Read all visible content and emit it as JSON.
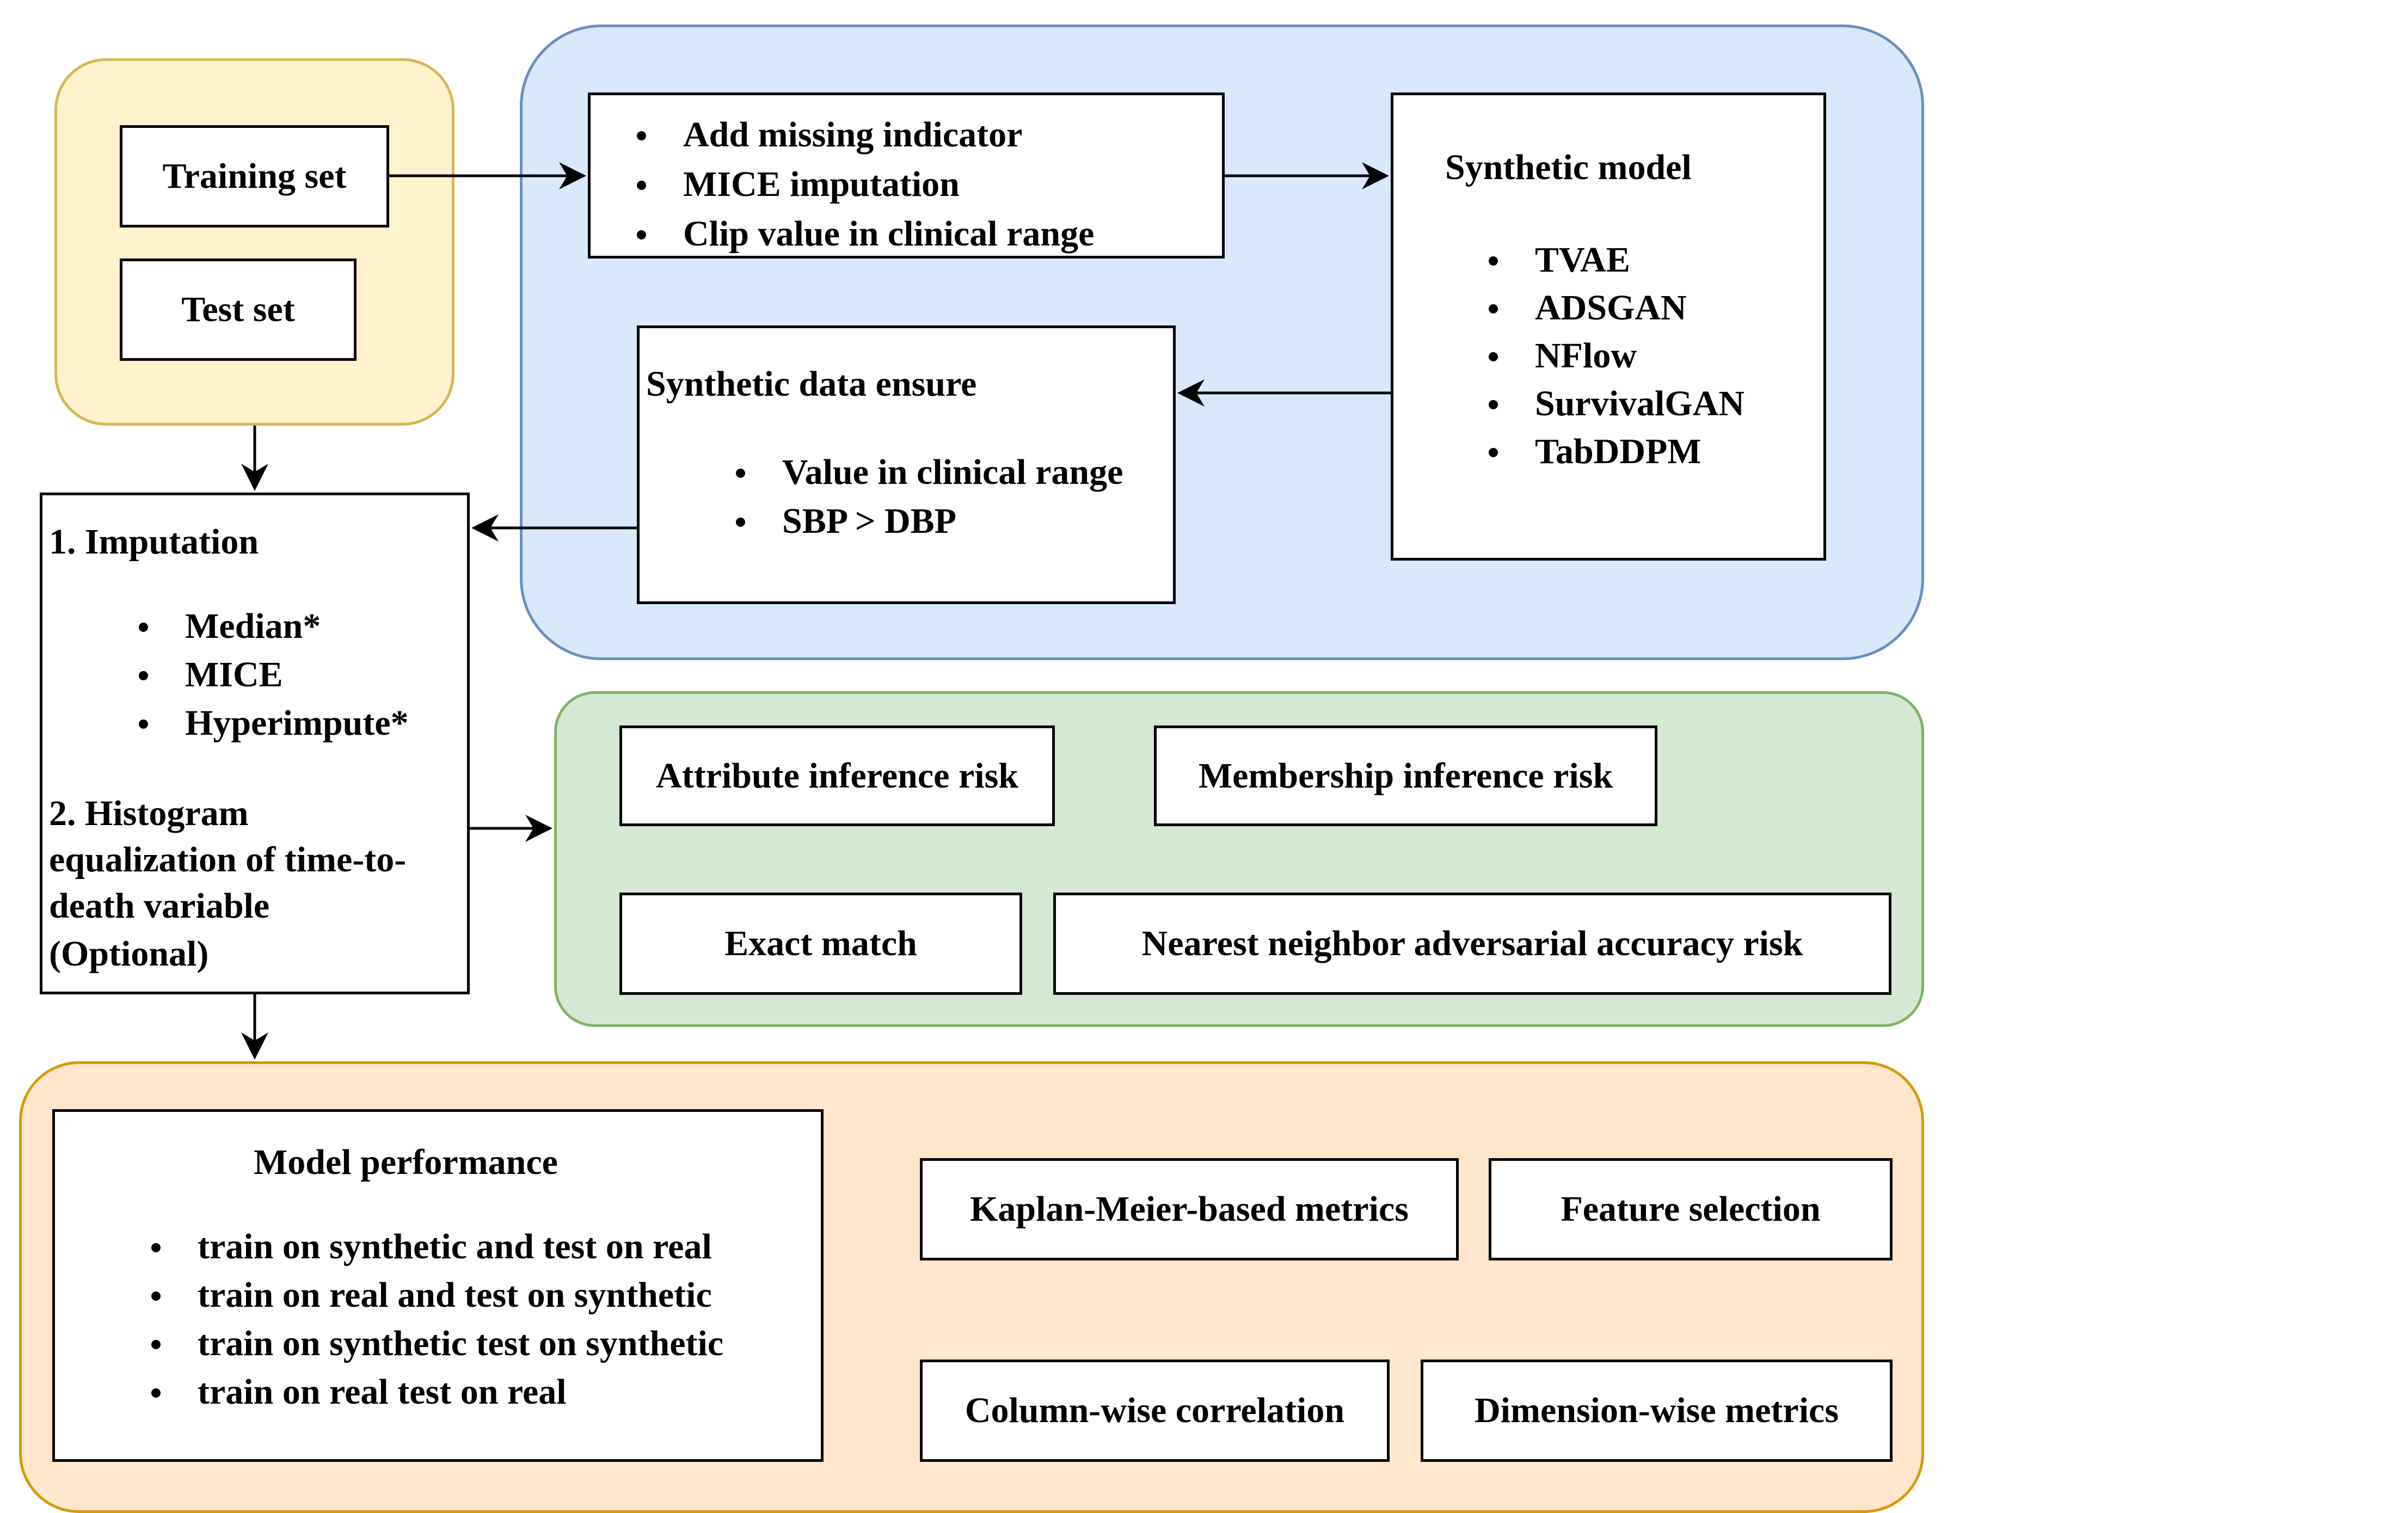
{
  "colors": {
    "data_split_fill": "#fff2cc",
    "data_split_border": "#d6b656",
    "synthesis_fill": "#dae8fc",
    "synthesis_border": "#6c8ebf",
    "privacy_fill": "#d5e8d4",
    "privacy_border": "#82b366",
    "utility_fill": "#ffe6cc",
    "utility_border": "#d79b00"
  },
  "data_split": {
    "training_set": "Training set",
    "test_set": "Test set"
  },
  "preprocessing": {
    "items": [
      "Add missing indicator",
      "MICE imputation",
      "Clip value in clinical range"
    ]
  },
  "synthetic_model": {
    "title": "Synthetic model",
    "items": [
      "TVAE",
      "ADSGAN",
      "NFlow",
      "SurvivalGAN",
      "TabDDPM"
    ]
  },
  "synthetic_data_ensure": {
    "title": "Synthetic data ensure",
    "items": [
      "Value in clinical range",
      "SBP > DBP"
    ]
  },
  "postprocessing": {
    "step1_title": "1. Imputation",
    "imputation_methods": [
      "Median*",
      "MICE",
      "Hyperimpute*"
    ],
    "step2_lines": [
      "2. Histogram",
      "equalization of time-to-",
      "death variable",
      "(Optional)"
    ]
  },
  "privacy_metrics": {
    "attribute_inference": "Attribute inference risk",
    "membership_inference": "Membership inference risk",
    "exact_match": "Exact match",
    "nearest_neighbor": "Nearest neighbor adversarial accuracy risk"
  },
  "utility_metrics": {
    "model_performance": {
      "title": "Model performance",
      "items": [
        "train on synthetic and test on real",
        "train on real and test on synthetic",
        "train on synthetic test on synthetic",
        "train on real test on real"
      ]
    },
    "kaplan_meier": "Kaplan-Meier-based metrics",
    "feature_selection": "Feature selection",
    "column_correlation": "Column-wise correlation",
    "dimension_metrics": "Dimension-wise metrics"
  }
}
